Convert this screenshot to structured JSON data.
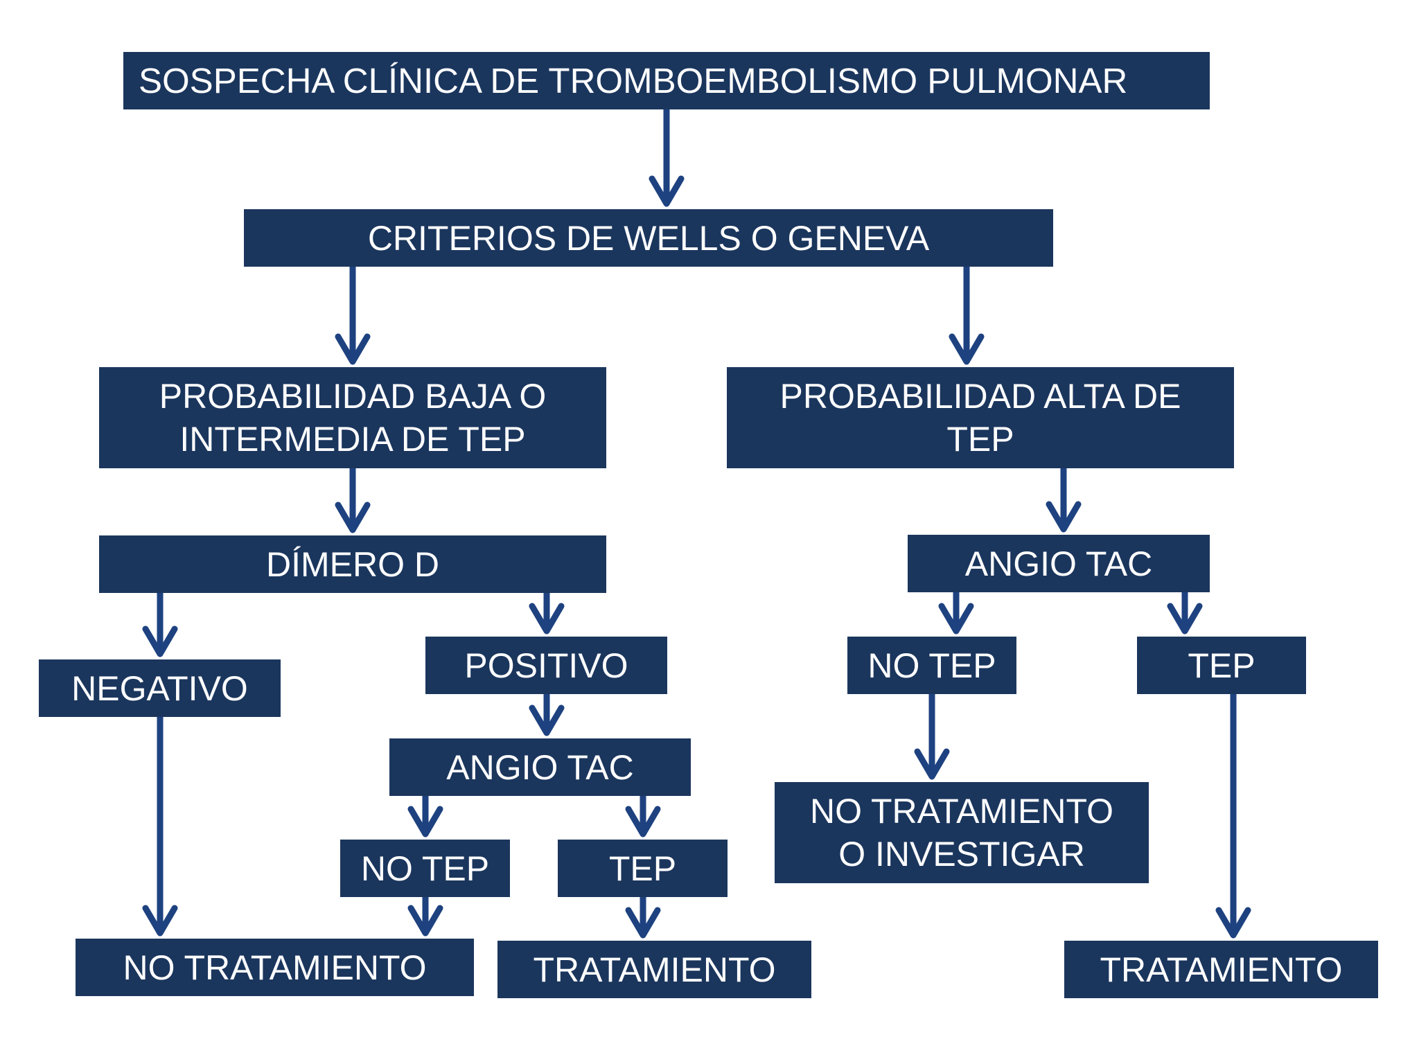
{
  "colors": {
    "box": "#1b365d",
    "arrow": "#1e4280",
    "text": "#ffffff"
  },
  "nodes": {
    "sospecha": "SOSPECHA CLÍNICA DE TROMBOEMBOLISMO PULMONAR",
    "criterios": "CRITERIOS DE WELLS O GENEVA",
    "prob_baja": "PROBABILIDAD BAJA O\nINTERMEDIA DE TEP",
    "prob_alta": "PROBABILIDAD ALTA DE\nTEP",
    "dimero": "DÍMERO D",
    "negativo": "NEGATIVO",
    "positivo": "POSITIVO",
    "angio_tac_left": "ANGIO TAC",
    "no_tep_left": "NO TEP",
    "tep_left": "TEP",
    "no_tratamiento": "NO TRATAMIENTO",
    "tratamiento_left": "TRATAMIENTO",
    "angio_tac_right": "ANGIO TAC",
    "no_tep_right": "NO TEP",
    "tep_right": "TEP",
    "no_tratamiento_investigar": "NO TRATAMIENTO\nO INVESTIGAR",
    "tratamiento_right": "TRATAMIENTO"
  }
}
